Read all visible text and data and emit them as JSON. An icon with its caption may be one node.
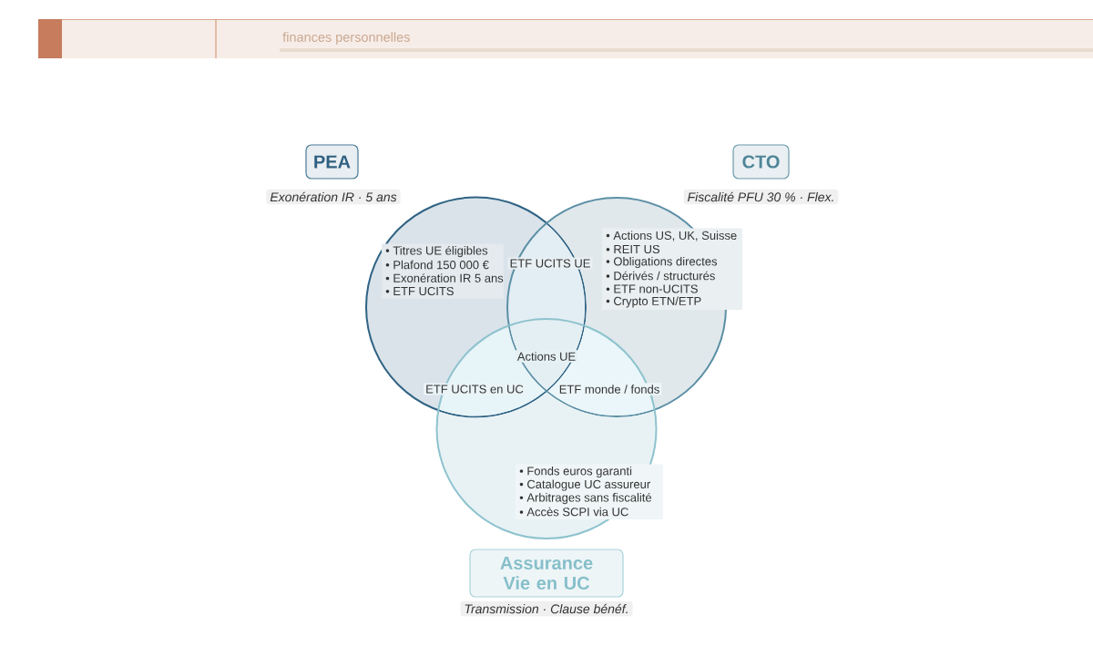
{
  "diagram": {
    "nodes": [
      {
        "text": [
          "PEA"
        ]
      },
      {
        "text": [
          "CTO"
        ]
      },
      {
        "text": [
          "• Titres UE éligibles",
          "• Plafond 150 000 €",
          "• Exonération IR 5 ans",
          "• ETF UCITS"
        ],
        "beside": [
          "Exonération IR · 5 ans"
        ]
      },
      {
        "text": [
          "• Actions US, UK, Suisse",
          "• REIT US",
          "• Obligations directes",
          "• Dérivés / structurés",
          "• ETF non-UCITS",
          "• Crypto ETN/ETP"
        ],
        "beside": [
          "Fiscalité PFU 30 % · Flex."
        ]
      },
      {
        "text": [
          "• Fonds euros garanti",
          "• Catalogue UC assureur",
          "• Arbitrages sans fiscalité",
          "• Accès SCPI via UC"
        ]
      },
      {
        "text": [
          "Assurance Vie en UC"
        ],
        "beside": [
          "Transmission · Clause bénéf."
        ]
      }
    ],
    "labels": [
      "finances personnelles",
      "ETF UCITS UE",
      "Actions UE",
      "ETF UCITS en UC",
      "ETF monde / fonds"
    ]
  }
}
